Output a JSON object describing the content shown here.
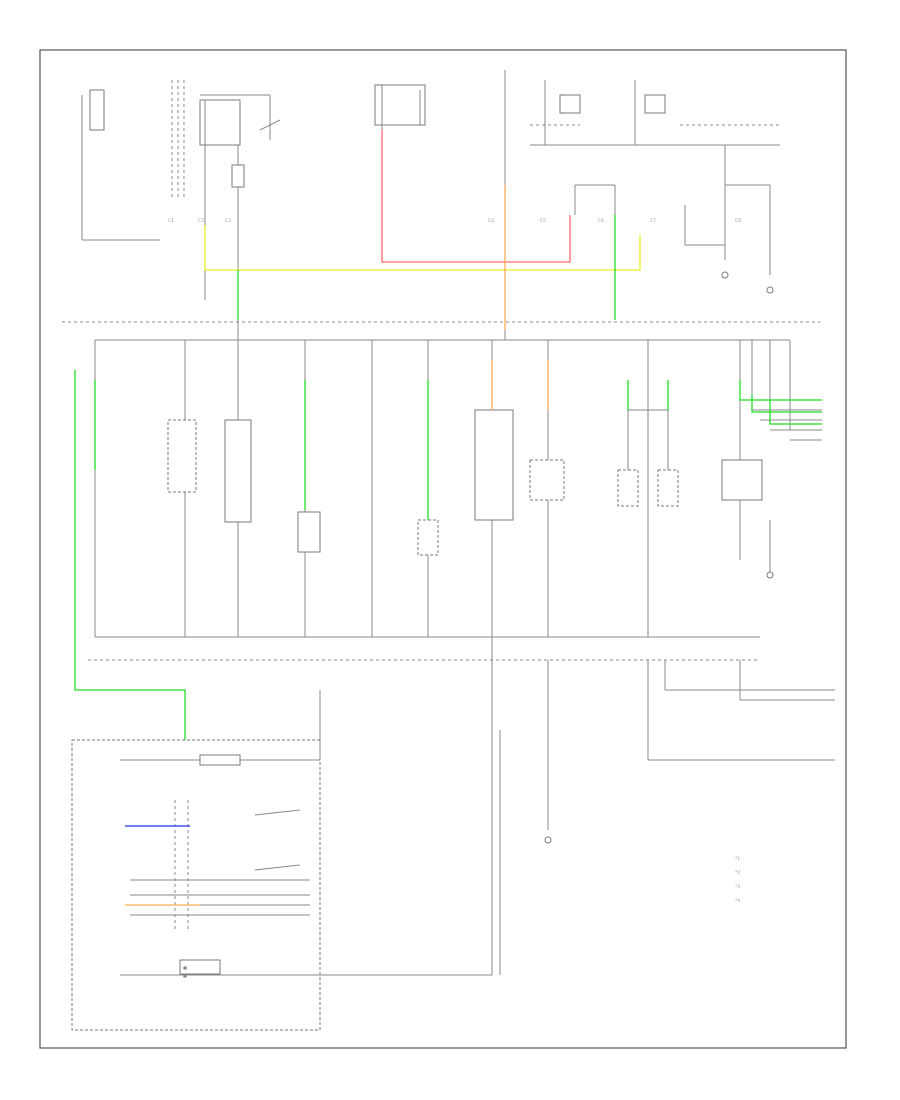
{
  "wire_colors": {
    "green": "#22dd22",
    "yellow": "#eeee22",
    "red": "#ff6b6b",
    "orange": "#ffaa55",
    "blue": "#4455ee",
    "neutral": "#8a8a8a"
  },
  "legend": {
    "items": [
      {
        "symbol": "*1",
        "text": ""
      },
      {
        "symbol": "*2",
        "text": ""
      },
      {
        "symbol": "*3",
        "text": ""
      },
      {
        "symbol": "*4",
        "text": ""
      }
    ]
  },
  "footer": {
    "label": ""
  }
}
